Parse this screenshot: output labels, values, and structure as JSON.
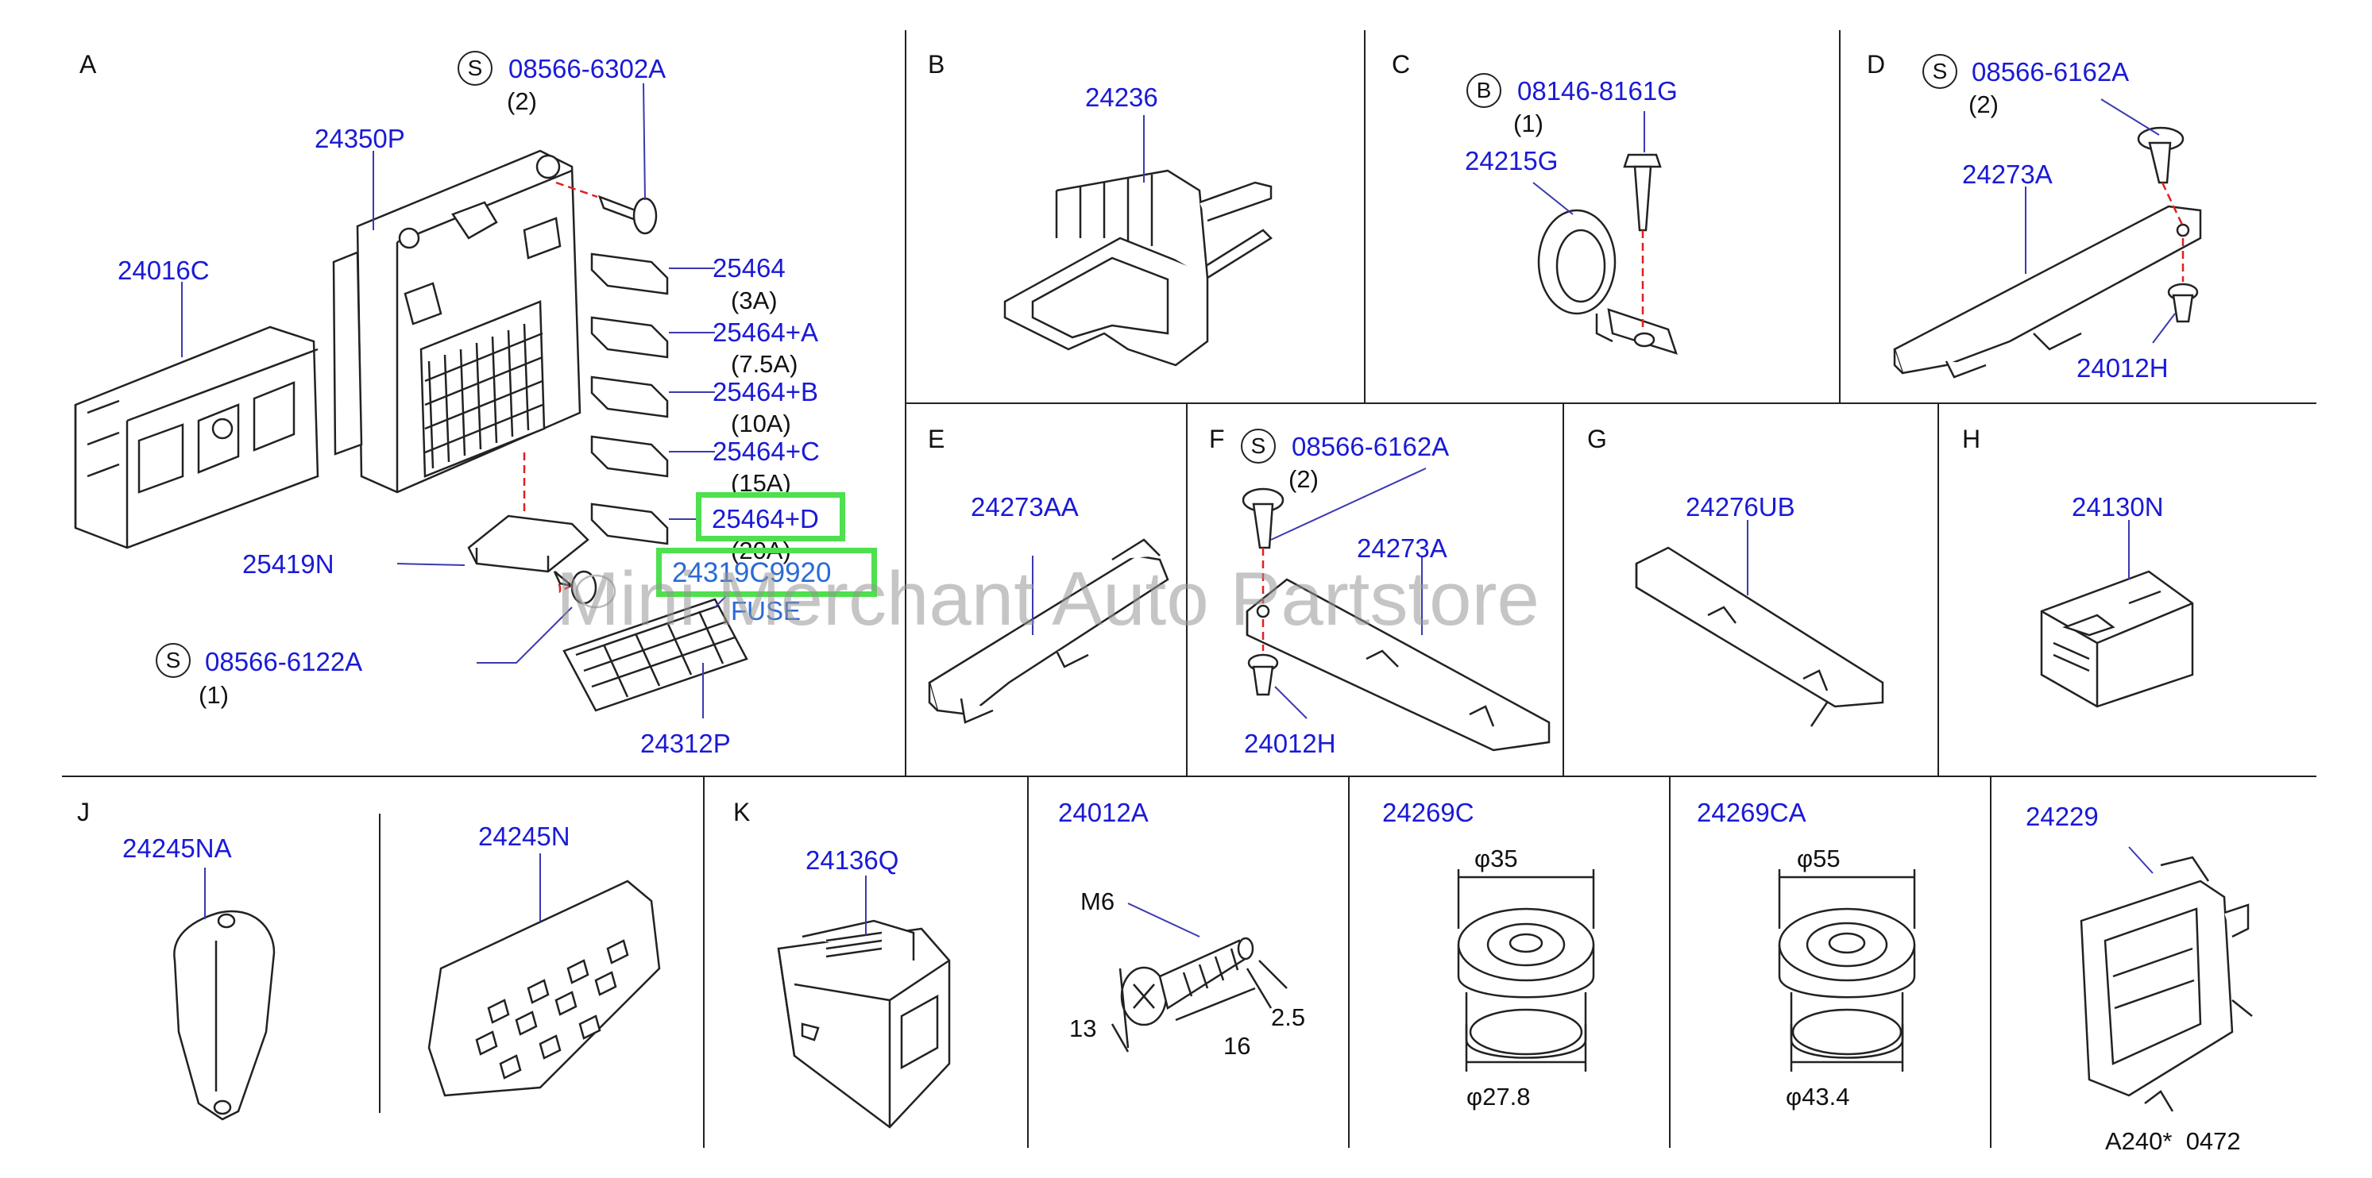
{
  "sections": {
    "A": "A",
    "B": "B",
    "C": "C",
    "D": "D",
    "E": "E",
    "F": "F",
    "G": "G",
    "H": "H",
    "J": "J",
    "K": "K"
  },
  "symbols": {
    "s": "S",
    "b": "B"
  },
  "parts": {
    "a_08566_6302A": "08566-6302A",
    "a_qty2": "(2)",
    "a_24350P": "24350P",
    "a_24016C": "24016C",
    "a_25464": "25464",
    "a_3A": "(3A)",
    "a_25464A": "25464+A",
    "a_7_5A": "(7.5A)",
    "a_25464B": "25464+B",
    "a_10A": "(10A)",
    "a_25464C": "25464+C",
    "a_15A": "(15A)",
    "a_25464D": "25464+D",
    "a_20A": "(20A)",
    "a_24319C9920": "24319C9920",
    "a_fuse": "FUSE",
    "a_25419N": "25419N",
    "a_08566_6122A": "08566-6122A",
    "a_qty1": "(1)",
    "a_24312P": "24312P",
    "b_24236": "24236",
    "c_08146_8161G": "08146-8161G",
    "c_qty1": "(1)",
    "c_24215G": "24215G",
    "d_08566_6162A": "08566-6162A",
    "d_qty2": "(2)",
    "d_24273A": "24273A",
    "d_24012H": "24012H",
    "e_24273AA": "24273AA",
    "f_08566_6162A": "08566-6162A",
    "f_qty2": "(2)",
    "f_24273A": "24273A",
    "f_24012H": "24012H",
    "g_24276UB": "24276UB",
    "h_24130N": "24130N",
    "j_24245NA": "24245NA",
    "j_24245N": "24245N",
    "k_24136Q": "24136Q",
    "p_24012A": "24012A",
    "p_m6": "M6",
    "p_13": "13",
    "p_16": "16",
    "p_2_5": "2.5",
    "p_24269C": "24269C",
    "p_phi35": "φ35",
    "p_phi27_8": "φ27.8",
    "p_24269CA": "24269CA",
    "p_phi55": "φ55",
    "p_phi43_4": "φ43.4",
    "p_24229": "24229"
  },
  "footer": {
    "code": "A240*  0472"
  },
  "watermark": "Mini Merchant Auto Partstore",
  "colors": {
    "part_number": "#1a1ad6",
    "highlight": "#4ee04e",
    "leader_dash": "#e02020"
  }
}
